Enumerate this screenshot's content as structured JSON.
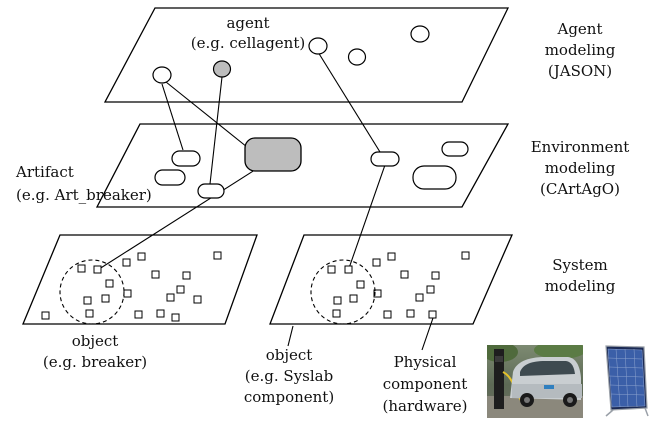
{
  "diagram": {
    "layers": [
      {
        "id": "agent",
        "label_lines": [
          "Agent",
          "modeling",
          "(JASON)"
        ]
      },
      {
        "id": "environment",
        "label_lines": [
          "Environment",
          "modeling",
          "(CArtAgO)"
        ]
      },
      {
        "id": "system",
        "label_lines": [
          "System",
          "modeling"
        ]
      }
    ],
    "callouts": {
      "agent": [
        "agent",
        "(e.g. cellagent)"
      ],
      "artifact": [
        "Artifact",
        "(e.g. Art_breaker)"
      ],
      "object_breaker": [
        "object",
        "(e.g. breaker)"
      ],
      "object_syslab": [
        "object",
        "(e.g. Syslab",
        "component)"
      ],
      "physical": [
        "Physical",
        "component",
        "(hardware)"
      ]
    },
    "photos": [
      {
        "name": "electric-car-charging-photo"
      },
      {
        "name": "solar-panel-photo"
      }
    ],
    "colors": {
      "stroke": "#000000",
      "highlight_fill": "#bdbdbd",
      "panel_frame": "#1b2a55",
      "panel_cell": "#3b5fa8"
    }
  }
}
